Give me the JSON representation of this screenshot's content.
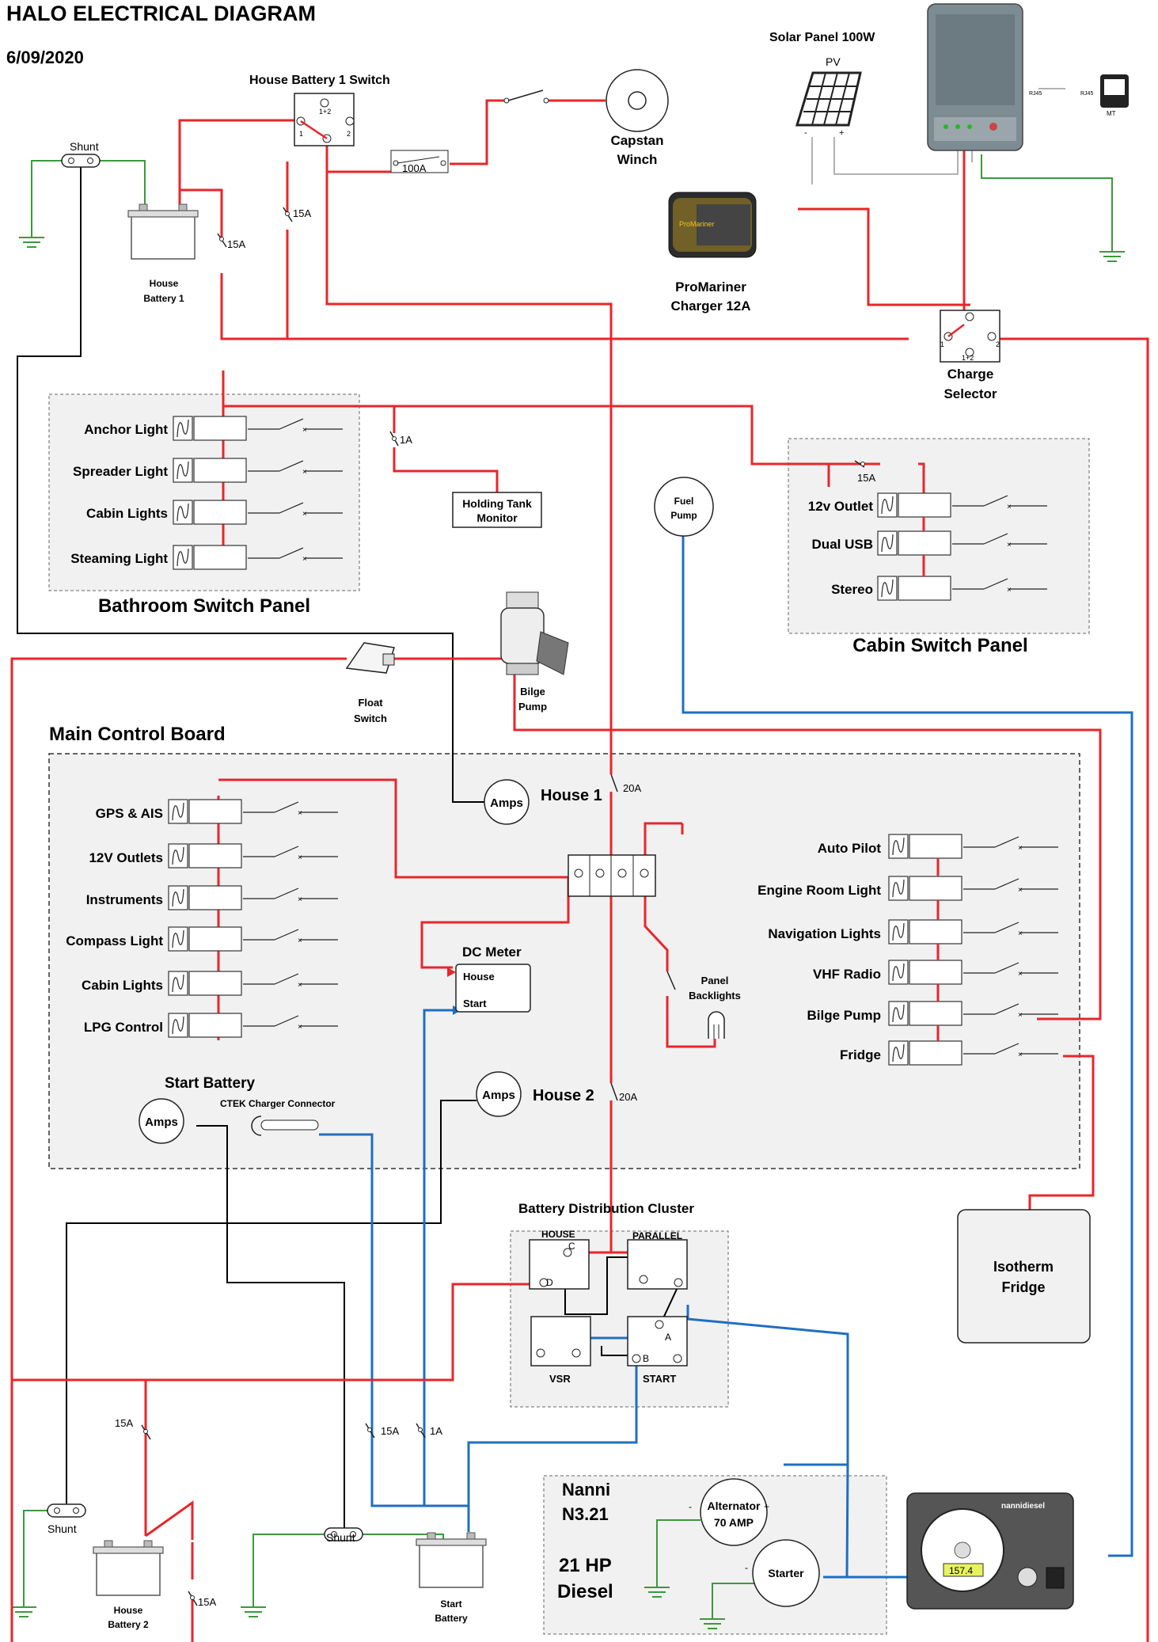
{
  "header": {
    "title": "HALO ELECTRICAL DIAGRAM",
    "date": "6/09/2020"
  },
  "colors": {
    "positive": "#e8262a",
    "negative": "#000000",
    "start_circuit": "#1f6fc1",
    "ground": "#3a9a3a",
    "panel_fill": "#f1f1f1"
  },
  "top": {
    "house_battery_1_switch": "House Battery 1 Switch",
    "switch_positions": [
      "1+2",
      "1",
      "2"
    ],
    "fuse_100a": "100A",
    "capstan_winch": [
      "Capstan",
      "Winch"
    ],
    "solar_panel": "Solar Panel 100W",
    "pv": "PV",
    "rj45": [
      "RJ45",
      "RJ45"
    ],
    "mt": "MT",
    "promariner": [
      "ProMariner",
      "Charger 12A"
    ],
    "charge_selector": [
      "Charge",
      "Selector"
    ],
    "shunt": "Shunt",
    "house_battery_1": [
      "House",
      "Battery 1"
    ],
    "fuse_15a": "15A",
    "solar_polarity": [
      "-",
      "+"
    ]
  },
  "bathroom_panel": {
    "title": "Bathroom Switch Panel",
    "items": [
      "Anchor Light",
      "Spreader Light",
      "Cabin Lights",
      "Steaming Light"
    ],
    "fuse_1a": "1A",
    "holding_tank": [
      "Holding Tank",
      "Monitor"
    ]
  },
  "cabin_panel": {
    "title": "Cabin Switch Panel",
    "fuse": "15A",
    "items": [
      "12v Outlet",
      "Dual USB",
      "Stereo"
    ]
  },
  "misc": {
    "fuel_pump": [
      "Fuel",
      "Pump"
    ],
    "float_switch": [
      "Float",
      "Switch"
    ],
    "bilge_pump": [
      "Bilge",
      "Pump"
    ]
  },
  "main_board": {
    "title": "Main Control Board",
    "left_items": [
      "GPS & AIS",
      "12V Outlets",
      "Instruments",
      "Compass Light",
      "Cabin Lights",
      "LPG Control"
    ],
    "right_items": [
      "Auto Pilot",
      "Engine Room Light",
      "Navigation Lights",
      "VHF Radio",
      "Bilge Pump",
      "Fridge"
    ],
    "amps": "Amps",
    "house1": "House 1",
    "house2": "House 2",
    "fuse_20a": "20A",
    "dc_meter": "DC Meter",
    "dc_house": "House",
    "dc_start": "Start",
    "panel_backlights": [
      "Panel",
      "Backlights"
    ],
    "start_battery": "Start Battery",
    "ctek": "CTEK Charger Connector"
  },
  "cluster": {
    "title": "Battery Distribution Cluster",
    "house": "HOUSE",
    "parallel": "PARALLEL",
    "vsr": "VSR",
    "start": "START",
    "terminals": [
      "C",
      "D",
      "A",
      "B"
    ]
  },
  "isotherm": [
    "Isotherm",
    "Fridge"
  ],
  "engine": {
    "name": [
      "Nanni",
      "N3.21"
    ],
    "hp": [
      "21 HP",
      "Diesel"
    ],
    "alternator": [
      "Alternator",
      "70 AMP"
    ],
    "starter": "Starter",
    "brand": "nannidiesel",
    "readout": "157.4",
    "polarity": [
      "-",
      "+"
    ]
  },
  "bottom": {
    "shunt": "Shunt",
    "house_battery_2": [
      "House",
      "Battery 2"
    ],
    "start_battery": [
      "Start",
      "Battery"
    ],
    "fuse_15a": "15A",
    "fuse_1a": "1A"
  }
}
